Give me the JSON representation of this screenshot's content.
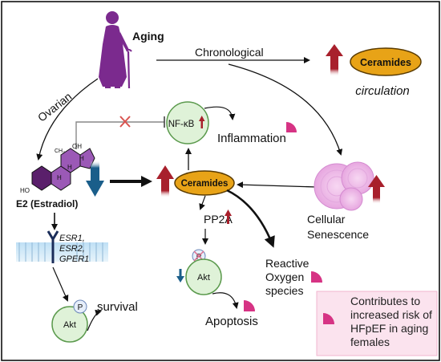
{
  "labels": {
    "aging": "Aging",
    "chronological": "Chronological",
    "ovarian": "Ovarian",
    "ceramides_top": "Ceramides",
    "circulation": "circulation",
    "nfkb": "NF-κB",
    "inflammation": "Inflammation",
    "e2": "E2 (Estradiol)",
    "ho": "HO",
    "oh": "OH",
    "ch3": "CH₃",
    "h": "H",
    "ceramides_center": "Ceramides",
    "pp2a": "PP2A",
    "p": "P",
    "akt": "Akt",
    "apoptosis": "Apoptosis",
    "cellular": "Cellular",
    "senescence": "Senescence",
    "reactive": "Reactive",
    "oxygen": "Oxygen",
    "species": "species",
    "esr1": "ESR1,",
    "esr2": "ESR2,",
    "gper1": "GPER1",
    "survival": "survival"
  },
  "legend": {
    "text": "Contributes to increased risk of HFpEF in aging females"
  },
  "colors": {
    "purple": "#7b2a8e",
    "ceramide_fill": "#e8a317",
    "up_arrow": "#a8202c",
    "down_arrow": "#1a5e8a",
    "node_fill": "#dff2d8",
    "node_stroke": "#5b9a4d",
    "pink_marker": "#d63384",
    "legend_bg": "#fbe3ee",
    "inhibit_x": "#d9534f"
  }
}
